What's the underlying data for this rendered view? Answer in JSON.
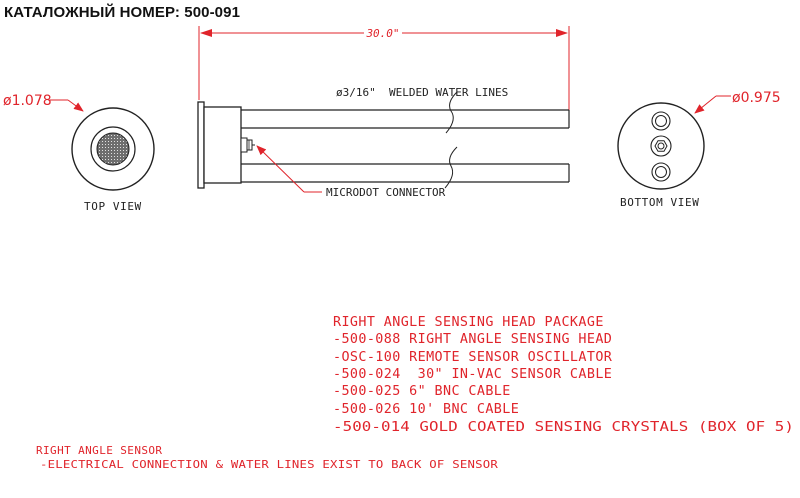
{
  "header": {
    "catalog_number": "КАТАЛОЖНЫЙ НОМЕР: 500-091"
  },
  "dimensions": {
    "length": "30.0\"",
    "top_diameter": "ø1.078",
    "bottom_diameter": "ø0.975"
  },
  "labels": {
    "water_lines": "ø3/16\"  WELDED WATER LINES",
    "connector": "MICRODOT CONNECTOR",
    "top_view": "TOP VIEW",
    "bottom_view": "BOTTOM VIEW"
  },
  "package": {
    "items": [
      "RIGHT ANGLE SENSING HEAD PACKAGE",
      "-500-088 RIGHT ANGLE SENSING HEAD",
      "-OSC-100 REMOTE SENSOR OSCILLATOR",
      "-500-024  30\" IN-VAC SENSOR CABLE",
      "-500-025 6\" BNC CABLE",
      "-500-026 10' BNC CABLE",
      "-500-014 GOLD COATED SENSING CRYSTALS (BOX OF 5)"
    ]
  },
  "note": {
    "title": "RIGHT ANGLE SENSOR",
    "detail": "-ELECTRICAL CONNECTION & WATER LINES EXIST TO BACK OF SENSOR"
  },
  "colors": {
    "annotation": "#e0242b",
    "line": "#222222"
  }
}
